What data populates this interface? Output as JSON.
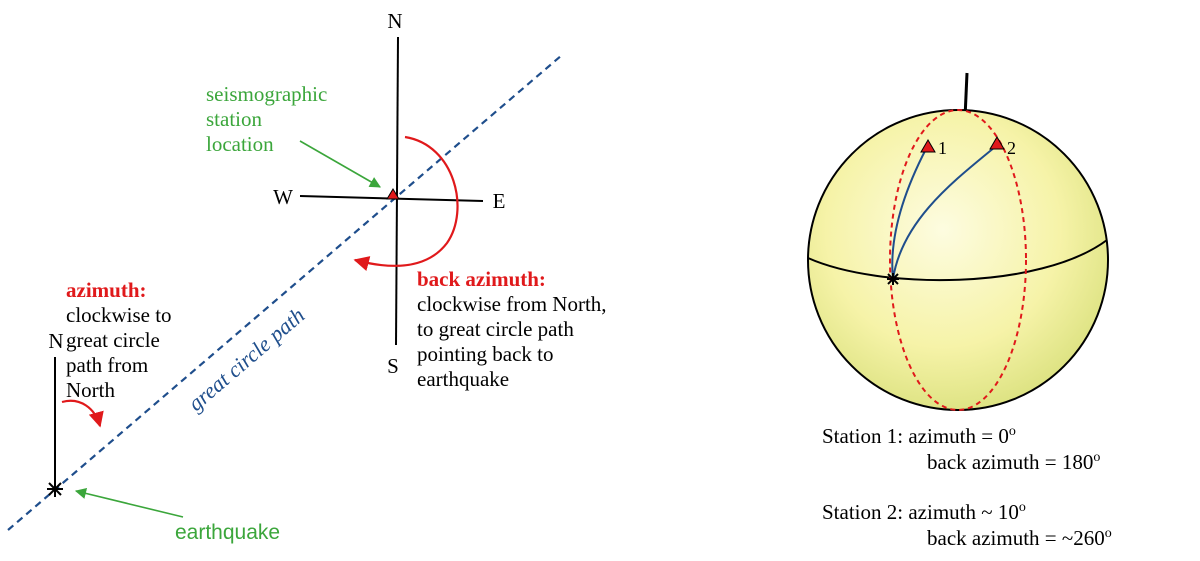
{
  "colors": {
    "axis": "#000000",
    "path": "#1f4e8c",
    "azimuth_red": "#e0191b",
    "label_green": "#3ba63b",
    "sphere_fill": "#fbf9c2",
    "sphere_shade": "#d6e07a",
    "station_red": "#e0191b"
  },
  "left_panel": {
    "station_compass": {
      "north": "N",
      "south": "S",
      "west": "W",
      "east": "E"
    },
    "quake_north": "N",
    "station_label": [
      "seismographic",
      "station",
      "location"
    ],
    "earthquake_label": "earthquake",
    "great_circle_label": "great circle path",
    "azimuth_title": "azimuth:",
    "azimuth_desc": [
      "clockwise to",
      "great circle",
      "path from",
      "North"
    ],
    "back_azimuth_title": "back azimuth:",
    "back_azimuth_desc": [
      "clockwise from North,",
      "to great circle path",
      "pointing back to",
      "earthquake"
    ]
  },
  "right_panel": {
    "station_1_marker": "1",
    "station_2_marker": "2",
    "station_1_line_1": "Station 1: azimuth = 0",
    "station_1_line_2": "back azimuth = 180",
    "station_2_line_1": "Station 2: azimuth ~ 10",
    "station_2_line_2": "back azimuth = ~260",
    "degree_symbol": "o"
  }
}
